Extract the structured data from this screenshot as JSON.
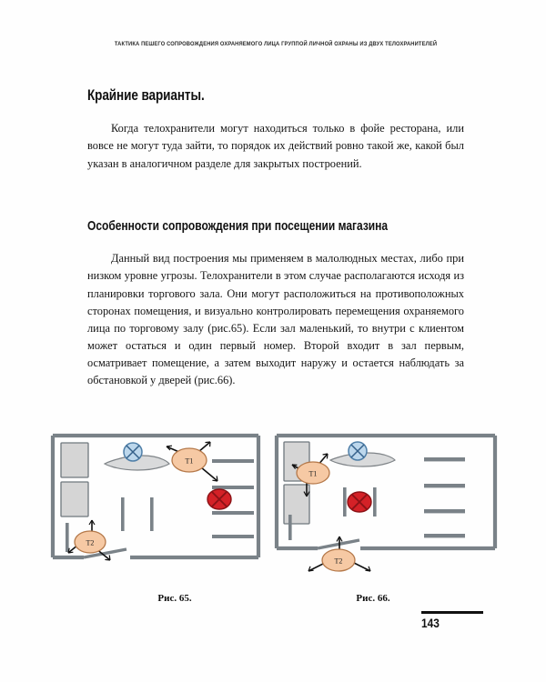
{
  "page": {
    "running_header": "ТАКТИКА ПЕШЕГО СОПРОВОЖДЕНИЯ ОХРАНЯЕМОГО ЛИЦА ГРУППОЙ ЛИЧНОЙ ОХРАНЫ ИЗ ДВУХ ТЕЛОХРАНИТЕЛЕЙ",
    "folio": "143"
  },
  "headings": {
    "main": "Крайние варианты.",
    "sub": "Особенности сопровождения при посещении магазина"
  },
  "paragraphs": {
    "p1": "Когда телохранители могут находиться только в фойе ресторана, или вовсе не могут туда зайти, то порядок их действий ровно такой же, какой был указан в аналогичном разделе для закрытых построений.",
    "p2": "Данный вид построения мы применяем в малолюдных местах, либо при низком уровне угрозы. Телохранители в этом случае располагаются исходя из планировки торгового зала. Они могут расположиться на противоположных сторонах помещения, и визуально контролировать перемещения охраняемого лица по торговому залу (рис.65). Если зал маленький, то внутри с клиентом может остаться и один первый номер. Второй входит в зал первым, осматривает помещение, а затем выходит наружу и остается наблюдать за обстановкой у дверей (рис.66)."
  },
  "figures": {
    "fig65": {
      "caption": "Рис. 65.",
      "markers": {
        "bodyguard1": "T1",
        "bodyguard2": "T2"
      }
    },
    "fig66": {
      "caption": "Рис. 66.",
      "markers": {
        "bodyguard1": "T1",
        "bodyguard2": "T2"
      }
    }
  },
  "colors": {
    "wall": "#7a8288",
    "fixture_fill": "#d5d5d5",
    "fixture_stroke": "#6f777d",
    "shelf": "#7a8288",
    "bodyguard_fill": "#f6c9a4",
    "bodyguard_stroke": "#b5794a",
    "principal_fill": "#d42127",
    "principal_stroke": "#8b1216",
    "secondary_fill": "#bcd7ec",
    "secondary_stroke": "#4f7fa8",
    "arrow": "#111111",
    "text": "#151515"
  }
}
